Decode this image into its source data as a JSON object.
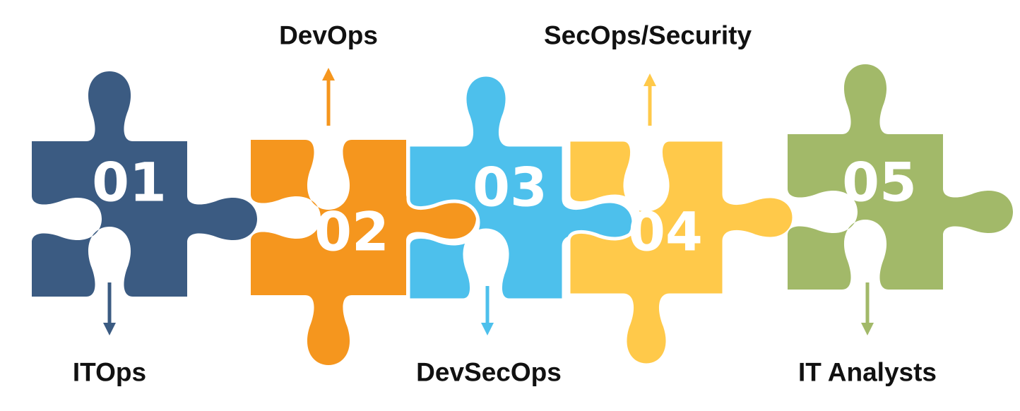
{
  "steps": [
    {
      "number": "01",
      "label": "ITOps",
      "color": "#3B5B82",
      "direction": "down"
    },
    {
      "number": "02",
      "label": "DevOps",
      "color": "#F5961E",
      "direction": "up"
    },
    {
      "number": "03",
      "label": "DevSecOps",
      "color": "#4DC0EC",
      "direction": "down"
    },
    {
      "number": "04",
      "label": "SecOps/Security",
      "color": "#FFC94A",
      "direction": "up"
    },
    {
      "number": "05",
      "label": "IT Analysts",
      "color": "#A2B969",
      "direction": "down"
    }
  ]
}
